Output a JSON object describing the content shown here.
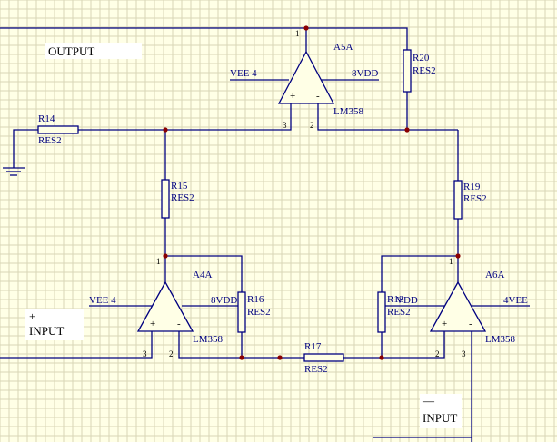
{
  "labels": {
    "output": "OUTPUT",
    "input_plus_sign": "+",
    "input_plus": "INPUT",
    "input_minus_sign": "—",
    "input_minus": "INPUT"
  },
  "opamps": {
    "a5": {
      "ref": "A5A",
      "part": "LM358",
      "vee": "VEE  4",
      "vdd": "8VDD",
      "pin_out": "1",
      "pin_noninv": "3",
      "pin_inv": "2",
      "plus": "+",
      "minus": "-"
    },
    "a4": {
      "ref": "A4A",
      "part": "LM358",
      "vee": "VEE  4",
      "vdd": "8VDD",
      "pin_out": "1",
      "pin_noninv": "3",
      "pin_inv": "2",
      "plus": "+",
      "minus": "-"
    },
    "a6": {
      "ref": "A6A",
      "part": "LM358",
      "vee": "4VEE",
      "vdd": "VDD",
      "pin_out": "1",
      "pin_noninv": "2",
      "pin_inv": "3",
      "plus": "+",
      "minus": "-"
    }
  },
  "resistors": {
    "r14": {
      "ref": "R14",
      "type": "RES2"
    },
    "r15": {
      "ref": "R15",
      "type": "RES2"
    },
    "r16": {
      "ref": "R16",
      "type": "RES2"
    },
    "r17": {
      "ref": "R17",
      "type": "RES2"
    },
    "r18": {
      "ref": "R18",
      "type": "RES2"
    },
    "r19": {
      "ref": "R19",
      "type": "RES2"
    },
    "r20": {
      "ref": "R20",
      "type": "RES2"
    }
  }
}
